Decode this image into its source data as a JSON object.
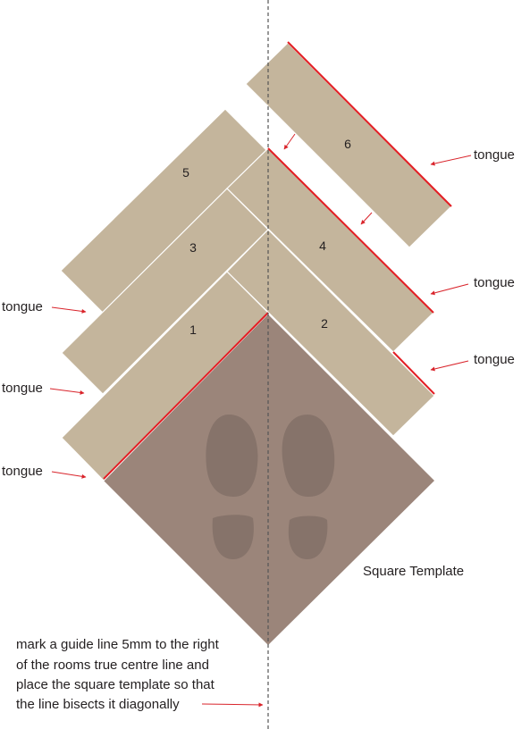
{
  "colors": {
    "plank": "#c4b59c",
    "template": "#9b857a",
    "footprint": "#86736a",
    "tongue_edge": "#e31e24",
    "arrow": "#d9242b",
    "centre_line": "#555555",
    "text": "#231f20"
  },
  "planks": [
    {
      "label": "1"
    },
    {
      "label": "2"
    },
    {
      "label": "3"
    },
    {
      "label": "4"
    },
    {
      "label": "5"
    },
    {
      "label": "6"
    }
  ],
  "tongue_labels": [
    "tongue",
    "tongue",
    "tongue",
    "tongue",
    "tongue",
    "tongue"
  ],
  "template_label": "Square Template",
  "note_lines": [
    "mark a guide line 5mm to the right",
    "of the rooms true centre line and",
    "place the square template so that",
    "the line bisects it diagonally"
  ],
  "icons": [
    "left-shoe-print-icon",
    "right-shoe-print-icon"
  ]
}
